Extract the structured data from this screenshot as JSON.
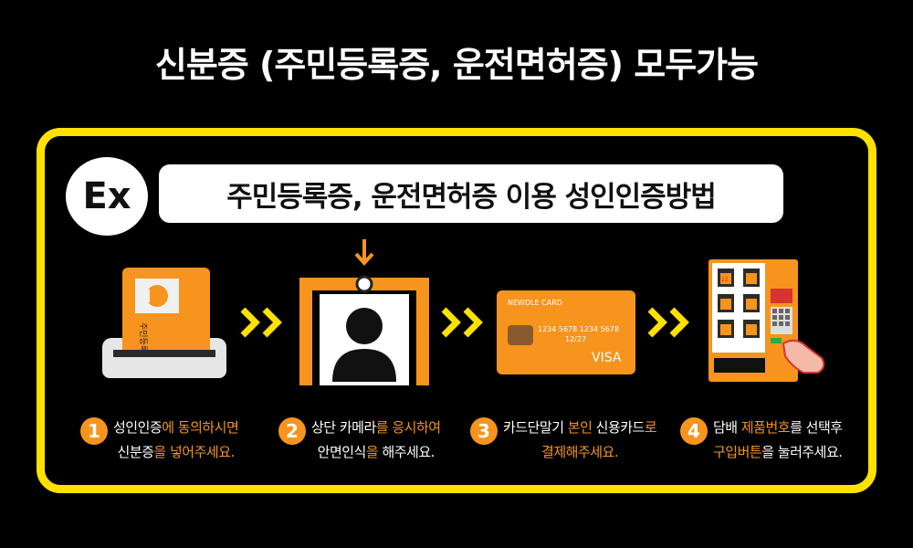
{
  "title": "신분증 (주민등록증, 운전면허증) 모두가능",
  "badge": "Ex",
  "subtitle": "주민등록증, 운전면허증 이용 성인인증방법",
  "id_card": {
    "text": "주민등록증"
  },
  "credit_card": {
    "brand_name": "NEWDLE CARD",
    "number": "1234 5678 1234 5678",
    "expiry": "12/27",
    "network": "VISA"
  },
  "product_tag": "22",
  "colors": {
    "accent": "#f7941d",
    "border": "#ffe100",
    "background": "#000000"
  },
  "steps": [
    {
      "num": "1",
      "line1": [
        {
          "t": "성인인증",
          "hl": false
        },
        {
          "t": "에 동의하시면",
          "hl": true
        }
      ],
      "line2": [
        {
          "t": "신분증",
          "hl": false
        },
        {
          "t": "을 넣어주세요.",
          "hl": true
        }
      ]
    },
    {
      "num": "2",
      "line1": [
        {
          "t": "상단 카메라",
          "hl": false
        },
        {
          "t": "를 응시하여",
          "hl": true
        }
      ],
      "line2": [
        {
          "t": "안면인식",
          "hl": false
        },
        {
          "t": "을 ",
          "hl": true
        },
        {
          "t": "해주세요.",
          "hl": false
        }
      ]
    },
    {
      "num": "3",
      "line1": [
        {
          "t": "카드단말기 ",
          "hl": false
        },
        {
          "t": "본인",
          "hl": true
        },
        {
          "t": " 신용카드",
          "hl": false
        },
        {
          "t": "로",
          "hl": true
        }
      ],
      "line2": [
        {
          "t": "결제해주세요.",
          "hl": true
        }
      ]
    },
    {
      "num": "4",
      "line1": [
        {
          "t": "담배 ",
          "hl": false
        },
        {
          "t": "제품번호",
          "hl": true
        },
        {
          "t": "를 선택후",
          "hl": false
        }
      ],
      "line2": [
        {
          "t": "구입버튼",
          "hl": true
        },
        {
          "t": "을 눌러주세요.",
          "hl": false
        }
      ]
    }
  ]
}
